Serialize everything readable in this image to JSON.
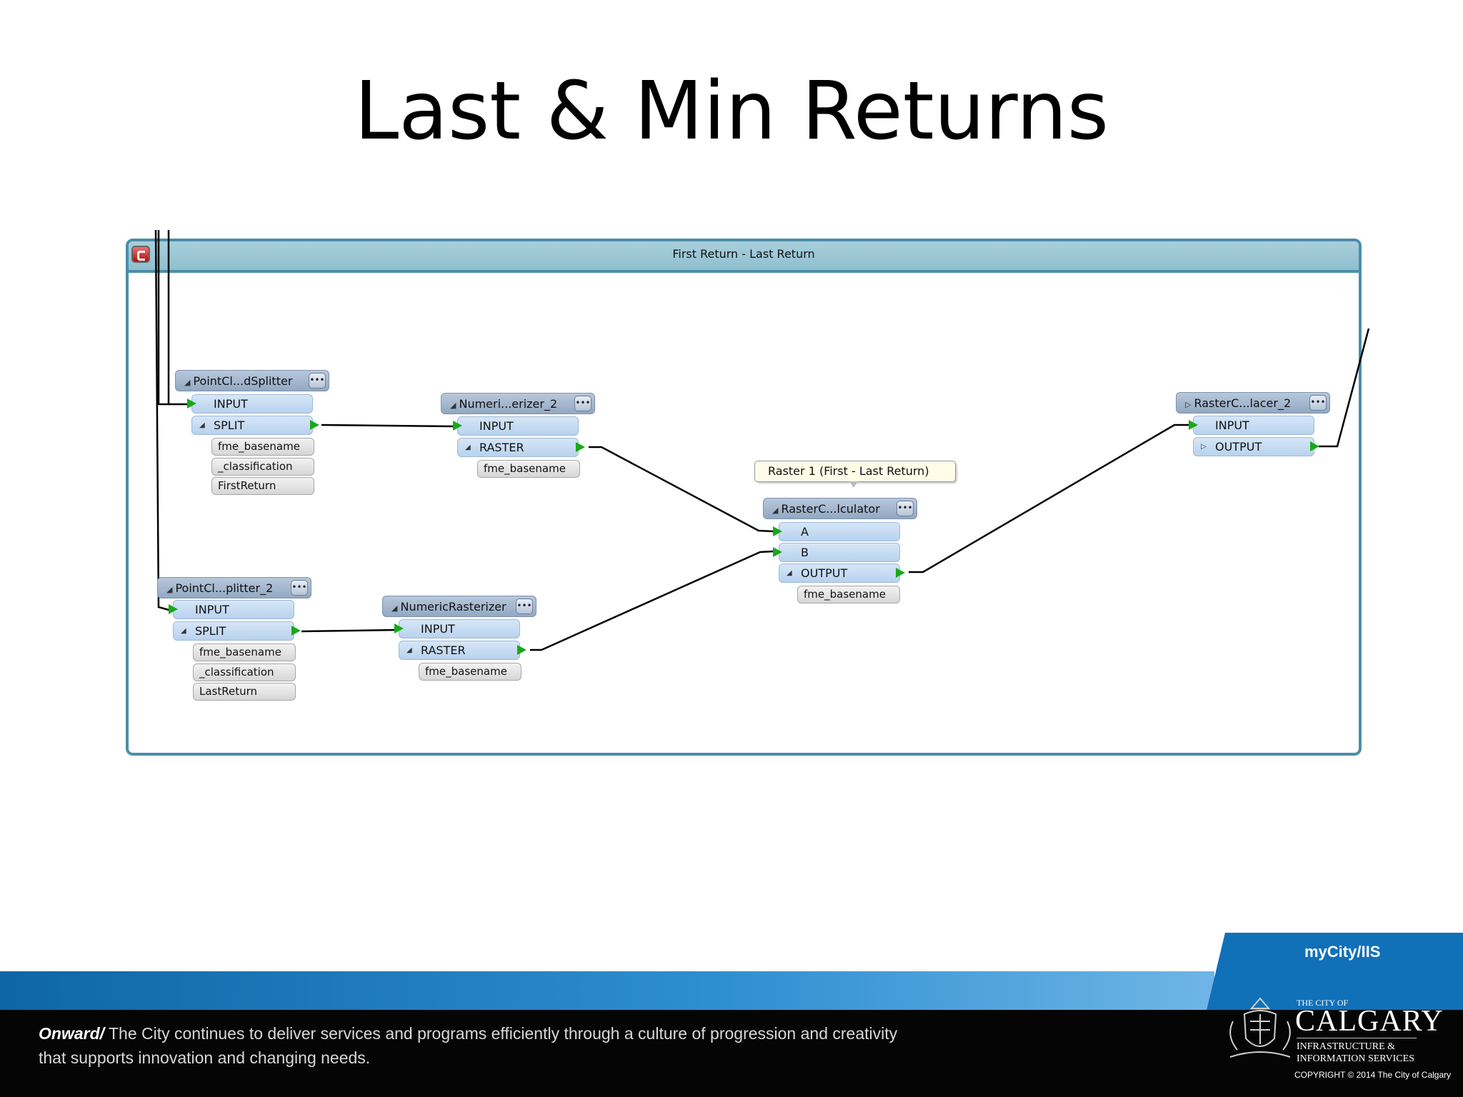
{
  "slide": {
    "title": "Last & Min Returns"
  },
  "bookmark": {
    "title": "First Return - Last Return"
  },
  "annotation": {
    "text": "Raster 1 (First - Last Return)"
  },
  "nodes": {
    "splitter1": {
      "name": "PointCl...dSplitter",
      "ports": [
        "INPUT",
        "SPLIT"
      ],
      "attrs": [
        "fme_basename",
        "_classification",
        "FirstReturn"
      ]
    },
    "splitter2": {
      "name": "PointCl...plitter_2",
      "ports": [
        "INPUT",
        "SPLIT"
      ],
      "attrs": [
        "fme_basename",
        "_classification",
        "LastReturn"
      ]
    },
    "rasterizer2": {
      "name": "Numeri...erizer_2",
      "ports": [
        "INPUT",
        "RASTER"
      ],
      "attrs": [
        "fme_basename"
      ]
    },
    "rasterizer1": {
      "name": "NumericRasterizer",
      "ports": [
        "INPUT",
        "RASTER"
      ],
      "attrs": [
        "fme_basename"
      ]
    },
    "calculator": {
      "name": "RasterC...lculator",
      "ports": [
        "A",
        "B",
        "OUTPUT"
      ],
      "attrs": [
        "fme_basename"
      ]
    },
    "replacer": {
      "name": "RasterC...lacer_2",
      "ports": [
        "INPUT",
        "OUTPUT"
      ],
      "attrs": []
    }
  },
  "icons": {
    "menu": "ellipsis-icon",
    "collapse": "bookmark-collapse-icon",
    "port_arrow": "green-arrow-icon"
  },
  "colors": {
    "port_arrow": "#1aa81a",
    "bookmark_border": "#4b8ea8",
    "footer_blue": "#1070b8"
  },
  "footer": {
    "mycity": "myCity/IIS",
    "onward_lead": "Onward/",
    "onward_line1": " The City continues to deliver services and programs efficiently through a culture of progression and creativity",
    "onward_line2": "that supports innovation and changing needs.",
    "city_of": "THE CITY OF",
    "calgary": "CALGARY",
    "iis_line1": "INFRASTRUCTURE &",
    "iis_line2": "INFORMATION SERVICES",
    "copyright": "COPYRIGHT © 2014 The City of Calgary"
  }
}
